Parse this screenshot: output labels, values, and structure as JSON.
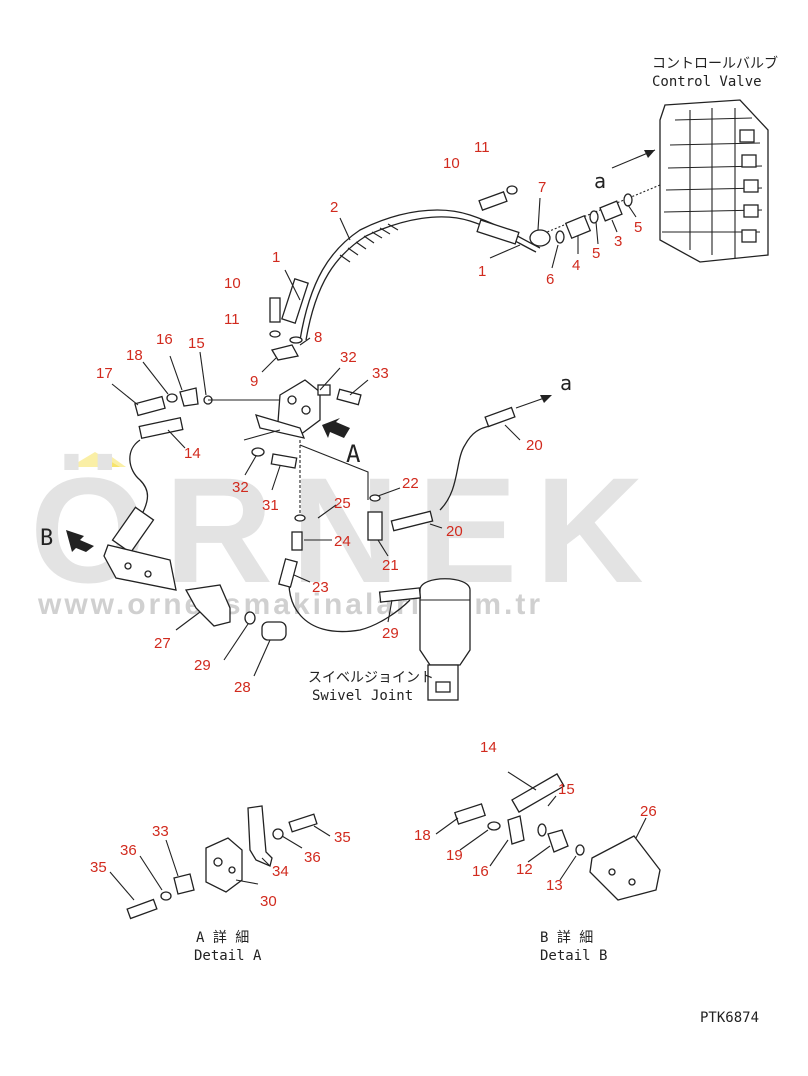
{
  "watermark": {
    "brand": "ÖRNEK",
    "url": "www.orneksmakinalari.com.tr",
    "accent_color": "#f2d200"
  },
  "header": {
    "control_valve_jp": "コントロールバルブ",
    "control_valve_en": "Control Valve",
    "swivel_joint_jp": "スイベルジョイント",
    "swivel_joint_en": "Swivel Joint"
  },
  "views": {
    "view_a": "A",
    "view_b": "B",
    "arrow_a_upper": "a",
    "arrow_a_lower": "a"
  },
  "details": {
    "detail_a_jp": "A 詳 細",
    "detail_a_en": "Detail A",
    "detail_b_jp": "B 詳 細",
    "detail_b_en": "Detail B"
  },
  "drawing_code": "PTK6874",
  "callouts": {
    "c1a": "1",
    "c1b": "1",
    "c2": "2",
    "c3": "3",
    "c4": "4",
    "c5a": "5",
    "c5b": "5",
    "c6": "6",
    "c7": "7",
    "c8": "8",
    "c9": "9",
    "c10a": "10",
    "c10b": "10",
    "c11a": "11",
    "c11b": "11",
    "c14": "14",
    "c15": "15",
    "c16": "16",
    "c17": "17",
    "c18": "18",
    "c20a": "20",
    "c20b": "20",
    "c21": "21",
    "c22": "22",
    "c23": "23",
    "c24": "24",
    "c25": "25",
    "c27": "27",
    "c28": "28",
    "c29a": "29",
    "c29b": "29",
    "c31": "31",
    "c32a": "32",
    "c32b": "32",
    "c33": "33",
    "da33": "33",
    "da35a": "35",
    "da35b": "35",
    "da36a": "36",
    "da36b": "36",
    "da30": "30",
    "da34": "34",
    "db14": "14",
    "db15": "15",
    "db26": "26",
    "db18": "18",
    "db19": "19",
    "db16": "16",
    "db12": "12",
    "db13": "13"
  }
}
